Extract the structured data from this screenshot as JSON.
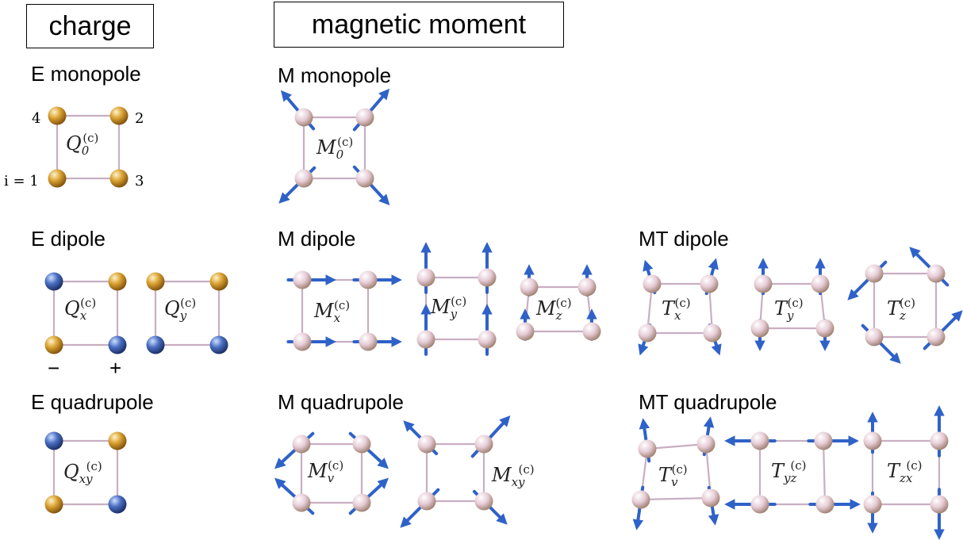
{
  "headers": {
    "charge": "charge",
    "magnetic_moment": "magnetic moment"
  },
  "sections": {
    "e_monopole": "E monopole",
    "m_monopole": "M monopole",
    "e_dipole": "E dipole",
    "m_dipole": "M dipole",
    "mt_dipole": "MT dipole",
    "e_quadrupole": "E quadrupole",
    "m_quadrupole": "M quadrupole",
    "mt_quadrupole": "MT quadrupole"
  },
  "site_labels": {
    "s1": "i = 1",
    "s2": "2",
    "s3": "3",
    "s4": "4"
  },
  "signs": {
    "minus": "−",
    "plus": "+"
  },
  "symbols": {
    "Q0": {
      "base": "Q",
      "sub": "0",
      "sup": "(c)"
    },
    "Qx": {
      "base": "Q",
      "sub": "x",
      "sup": "(c)"
    },
    "Qy": {
      "base": "Q",
      "sub": "y",
      "sup": "(c)"
    },
    "Qxy": {
      "base": "Q",
      "sub": "xy",
      "sup": "(c)"
    },
    "M0": {
      "base": "M",
      "sub": "0",
      "sup": "(c)"
    },
    "Mx": {
      "base": "M",
      "sub": "x",
      "sup": "(c)"
    },
    "My": {
      "base": "M",
      "sub": "y",
      "sup": "(c)"
    },
    "Mz": {
      "base": "M",
      "sub": "z",
      "sup": "(c)"
    },
    "Tx": {
      "base": "T",
      "sub": "x",
      "sup": "(c)"
    },
    "Ty": {
      "base": "T",
      "sub": "y",
      "sup": "(c)"
    },
    "Tz": {
      "base": "T",
      "sub": "z",
      "sup": "(c)"
    },
    "Mv": {
      "base": "M",
      "sub": "v",
      "sup": "(c)"
    },
    "Mxy": {
      "base": "M",
      "sub": "xy",
      "sup": "(c)"
    },
    "Tv": {
      "base": "T",
      "sub": "v",
      "sup": "(c)"
    },
    "Tyz": {
      "base": "T",
      "sub": "yz",
      "sup": "(c)"
    },
    "Tzx": {
      "base": "T",
      "sub": "zx",
      "sup": "(c)"
    }
  },
  "colors": {
    "orange": "#c98a1c",
    "blue": "#3f5fb0",
    "pink": "#d8b8c8",
    "arrow": "#2f62c8",
    "bond": "#c9aec2"
  }
}
